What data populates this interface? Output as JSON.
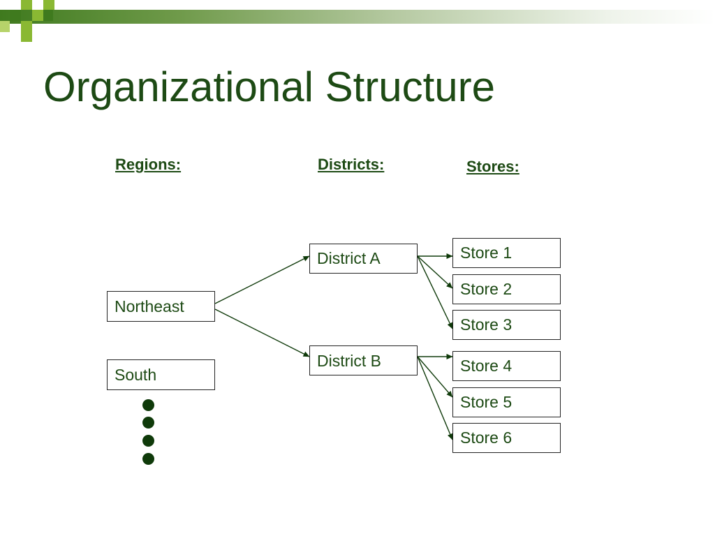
{
  "slide": {
    "title": "Organizational Structure",
    "headings": {
      "regions": "Regions:",
      "districts": "Districts:",
      "stores": "Stores:"
    },
    "regions": [
      "Northeast",
      "South"
    ],
    "districts": [
      "District A",
      "District B"
    ],
    "stores": [
      "Store 1",
      "Store 2",
      "Store 3",
      "Store 4",
      "Store 5",
      "Store 6"
    ],
    "links": [
      {
        "from": "Northeast",
        "to": "District A"
      },
      {
        "from": "Northeast",
        "to": "District B"
      },
      {
        "from": "District A",
        "to": "Store 1"
      },
      {
        "from": "District A",
        "to": "Store 2"
      },
      {
        "from": "District A",
        "to": "Store 3"
      },
      {
        "from": "District B",
        "to": "Store 4"
      },
      {
        "from": "District B",
        "to": "Store 5"
      },
      {
        "from": "District B",
        "to": "Store 6"
      }
    ],
    "continuation_marker": "vertical-ellipsis-dots",
    "colors": {
      "title_text": "#1d4a14",
      "dark_green": "#3f7a1e",
      "light_green": "#8ab833",
      "dot": "#0f3a0a"
    }
  }
}
